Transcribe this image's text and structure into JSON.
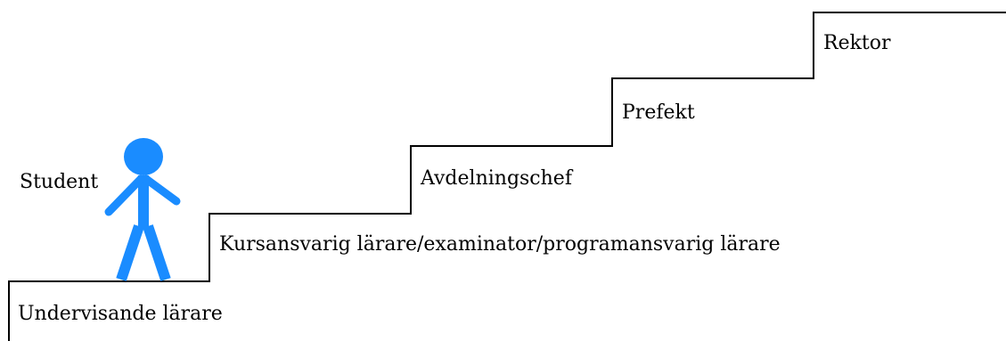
{
  "labels": {
    "student": "Student",
    "undervisande": "Undervisande lärare",
    "kursansvarig": "Kursansvarig lärare/examinator/programansvarig lärare",
    "avdelningschef": "Avdelningschef",
    "prefekt": "Prefekt",
    "rektor": "Rektor"
  },
  "colors": {
    "figure": "#1a8cff",
    "line": "#000000",
    "background": "#ffffff"
  },
  "icons": {
    "figure": "stick-figure-person-icon"
  }
}
